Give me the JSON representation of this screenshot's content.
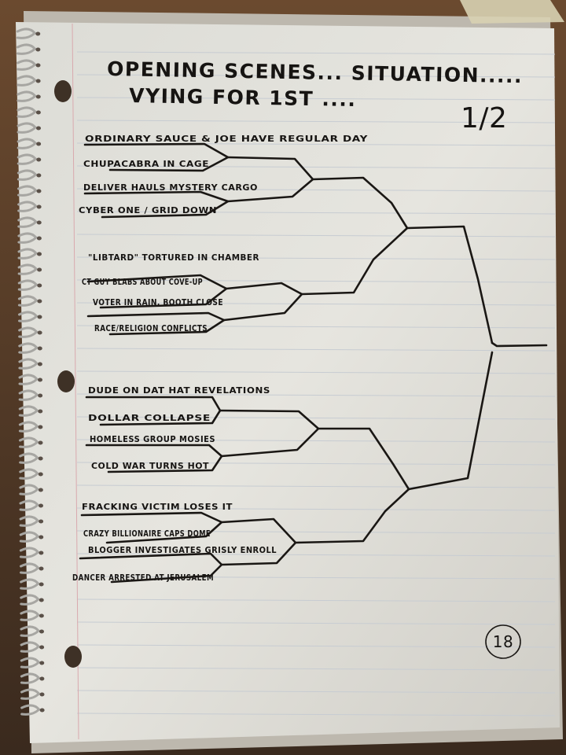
{
  "title": {
    "line1": "OPENING SCENES...   SITUATION.....",
    "line2": "VYING FOR 1ST ....",
    "half_marker": "1/2"
  },
  "entries": [
    "ORDINARY SAUCE & JOE HAVE REGULAR DAY",
    "CHUPACABRA IN CAGE",
    "DELIVER HAULS MYSTERY CARGO",
    "CYBER ONE / GRID DOWN",
    "\"LIBTARD\" TORTURED IN CHAMBER",
    "CT GUY BLABS ABOUT COVE-UP",
    "VOTER IN RAIN, BOOTH CLOSE",
    "RACE/RELIGION CONFLICTS",
    "DUDE ON DAT HAT REVELATIONS",
    "DOLLAR COLLAPSE",
    "HOMELESS GROUP MOSIES",
    "COLD WAR TURNS HOT",
    "FRACKING VICTIM LOSES IT",
    "CRAZY BILLIONAIRE CAPS DOME",
    "BLOGGER INVESTIGATES GRISLY ENROLL",
    "DANCER ARRESTED AT JERUSALEM"
  ],
  "page_number": "18"
}
